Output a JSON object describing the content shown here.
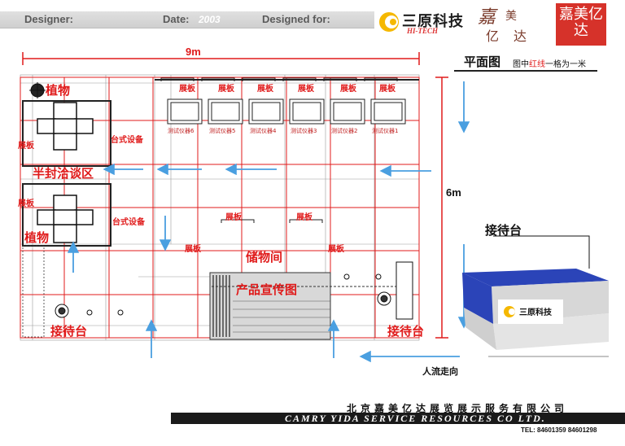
{
  "header": {
    "designer_label": "Designer:",
    "date_label": "Date:",
    "date_value": "2003",
    "designed_for_label": "Designed for:"
  },
  "brand": {
    "name": "三原科技",
    "sub": "HI-TECH",
    "seal_text": "嘉美亿达"
  },
  "plan": {
    "title": "平面图",
    "note_prefix": "图中",
    "note_red": "红线",
    "note_suffix": "一格为一米",
    "width_dim": "9m",
    "height_dim": "6m"
  },
  "labels": {
    "plant_top": "植物",
    "plant_bottom": "植物",
    "panel_left_top": "展板",
    "panel_left_mid": "展板",
    "panel_mid_left": "展板",
    "panel_mid_right": "展板",
    "panel_center_left": "展板",
    "panel_center_right": "展板",
    "negotiation_area": "半封洽谈区",
    "desk_device_top": "台式设备",
    "desk_device_bottom": "台式设备",
    "storage_room": "储物间",
    "product_poster": "产品宣传图",
    "reception_left": "接待台",
    "reception_right": "接待台",
    "top_panels": [
      "展板",
      "展板",
      "展板",
      "展板",
      "展板",
      "展板"
    ],
    "instruments": [
      "测试仪器6",
      "测试仪器5",
      "测试仪器4",
      "测试仪器3",
      "测试仪器2",
      "测试仪器1"
    ]
  },
  "reception_detail": {
    "title": "接待台",
    "brand": "三原科技"
  },
  "flow": {
    "label": "人流走向"
  },
  "footer": {
    "company_cn": "北京嘉美亿达展览展示服务有限公司",
    "company_en": "CAMRY YIDA SERVICE RESOURCES CO LTD.",
    "tel": "TEL: 84601359   84601298"
  },
  "colors": {
    "grid_red": "#e01b1b",
    "arrow_blue": "#4a9fe0",
    "desk_blue": "#2b44b8"
  }
}
